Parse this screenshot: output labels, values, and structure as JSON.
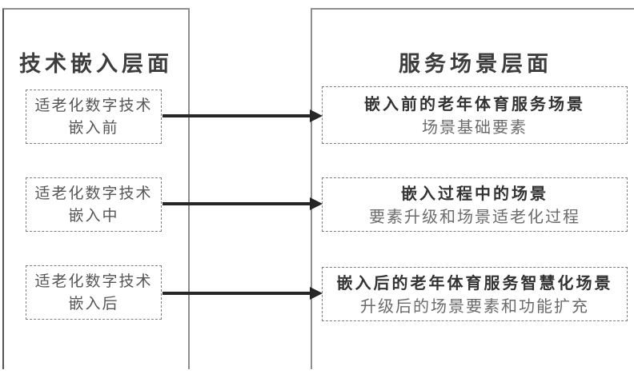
{
  "diagram": {
    "left_column": {
      "title": "技术嵌入层面",
      "boxes": [
        {
          "line1": "适老化数字技术",
          "line2": "嵌入前"
        },
        {
          "line1": "适老化数字技术",
          "line2": "嵌入中"
        },
        {
          "line1": "适老化数字技术",
          "line2": "嵌入后"
        }
      ]
    },
    "right_column": {
      "title": "服务场景层面",
      "boxes": [
        {
          "line1": "嵌入前的老年体育服务场景",
          "line2": "场景基础要素"
        },
        {
          "line1": "嵌入过程中的场景",
          "line2": "要素升级和场景适老化过程"
        },
        {
          "line1": "嵌入后的老年体育服务智慧化场景",
          "line2": "升级后的场景要素和功能扩充"
        }
      ]
    },
    "arrows": {
      "count": 3,
      "direction": "left-to-right"
    },
    "colors": {
      "column_border": "#8e8e8e",
      "dashed_border": "#7f7f7f",
      "arrow": "#262626",
      "title_text": "#3d3d3d",
      "bold_text": "#333333",
      "light_text": "#6b6b6b",
      "left_box_text": "#565656",
      "background": "#ffffff"
    }
  }
}
